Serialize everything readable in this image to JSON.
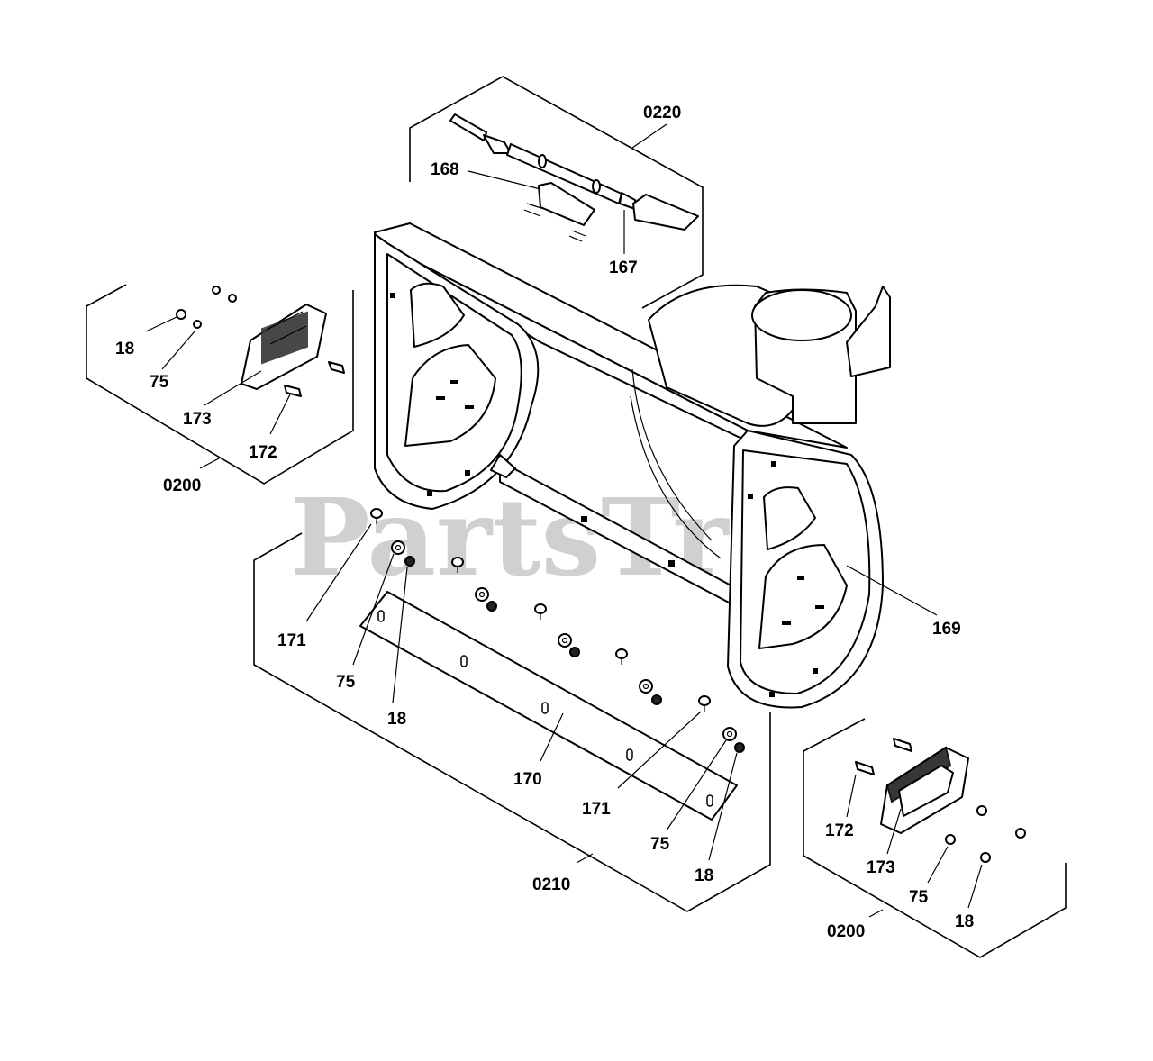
{
  "watermark": {
    "text": "PartsTree",
    "trademark": "™"
  },
  "callouts": {
    "c0220": "0220",
    "c168": "168",
    "c167": "167",
    "c18_tl": "18",
    "c75_tl": "75",
    "c173_tl": "173",
    "c172_tl": "172",
    "c0200_l": "0200",
    "c169": "169",
    "c171_a": "171",
    "c75_a": "75",
    "c18_a": "18",
    "c170": "170",
    "c171_b": "171",
    "c75_b": "75",
    "c18_b": "18",
    "c0210": "0210",
    "c172_r": "172",
    "c173_r": "173",
    "c75_r": "75",
    "c18_r": "18",
    "c0200_r": "0200"
  }
}
